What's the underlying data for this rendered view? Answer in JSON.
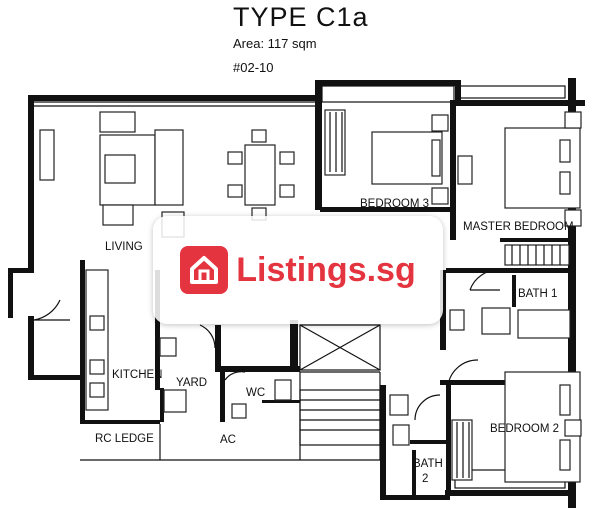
{
  "header": {
    "title": "TYPE  C1a",
    "area": "Area: 117 sqm",
    "unit": "#02-10"
  },
  "rooms": {
    "living": "LIVING",
    "bedroom3": "BEDROOM 3",
    "master": "MASTER BEDROOM",
    "bath1": "BATH 1",
    "kitchen": "KITCHEN",
    "yard": "YARD",
    "wc": "WC",
    "rc_ledge": "RC LEDGE",
    "ac": "AC",
    "bedroom2": "BEDROOM 2",
    "bath2_line1": "BATH",
    "bath2_line2": "2"
  },
  "watermark": {
    "brand": "Listings.sg",
    "color": "#e4343f",
    "icon": "house-icon"
  }
}
